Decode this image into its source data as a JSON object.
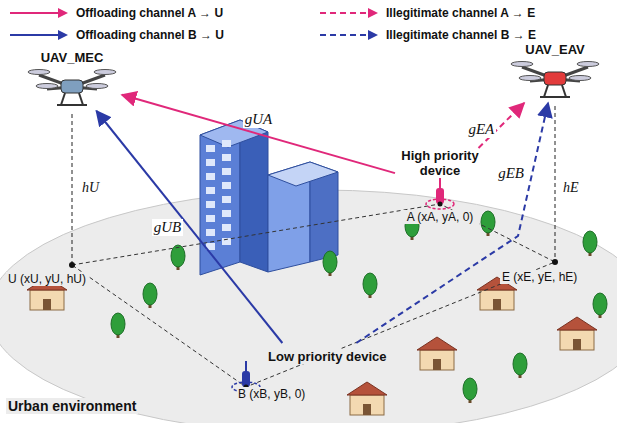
{
  "diagram": {
    "nodes": [
      {
        "text": [
          "UAV_MEC"
        ]
      },
      {
        "text": [
          "UAV_EAV"
        ]
      },
      {
        "text": [
          "High priority device",
          "A (xA, yA, 0)"
        ]
      },
      {
        "text": [
          "Low priority device",
          "B (xB, yB, 0)"
        ]
      }
    ],
    "edges": [
      {
        "from": 2,
        "to": 0,
        "arrow": "to",
        "label": "gUA"
      },
      {
        "from": 3,
        "to": 0,
        "arrow": "to",
        "label": "gUB"
      },
      {
        "from": 2,
        "to": 1,
        "arrow": "to",
        "label": "gEA"
      },
      {
        "from": 3,
        "to": 1,
        "arrow": "to",
        "label": "gEB"
      }
    ],
    "labels": [
      "hU",
      "U (xU, yU, hU)",
      "hE",
      "E (xE, yE, hE)",
      "Urban environment"
    ],
    "legend": [
      {
        "text": "Offloading channel A → U"
      },
      {
        "text": "Illegitimate channel A → E"
      },
      {
        "text": "Offloading channel B → U"
      },
      {
        "text": "Illegitimate channel B → E"
      }
    ]
  }
}
